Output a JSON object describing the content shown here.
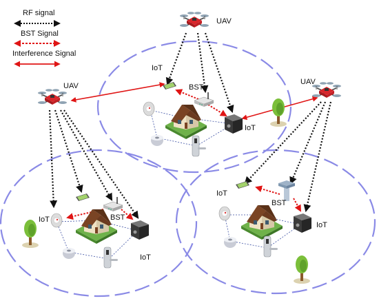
{
  "legend": {
    "rf": "RF signal",
    "bst": "BST Signal",
    "interference": "Interference Signal"
  },
  "labels": {
    "uav": "UAV",
    "iot": "IoT",
    "bst": "BST"
  },
  "colors": {
    "cell_ring": "#8a8ae6",
    "rf": "#111111",
    "bst": "#e01515",
    "interference": "#e01515",
    "uav_body": "#d9262b",
    "roof": "#6b3a1f",
    "grass": "#5aa83a"
  }
}
